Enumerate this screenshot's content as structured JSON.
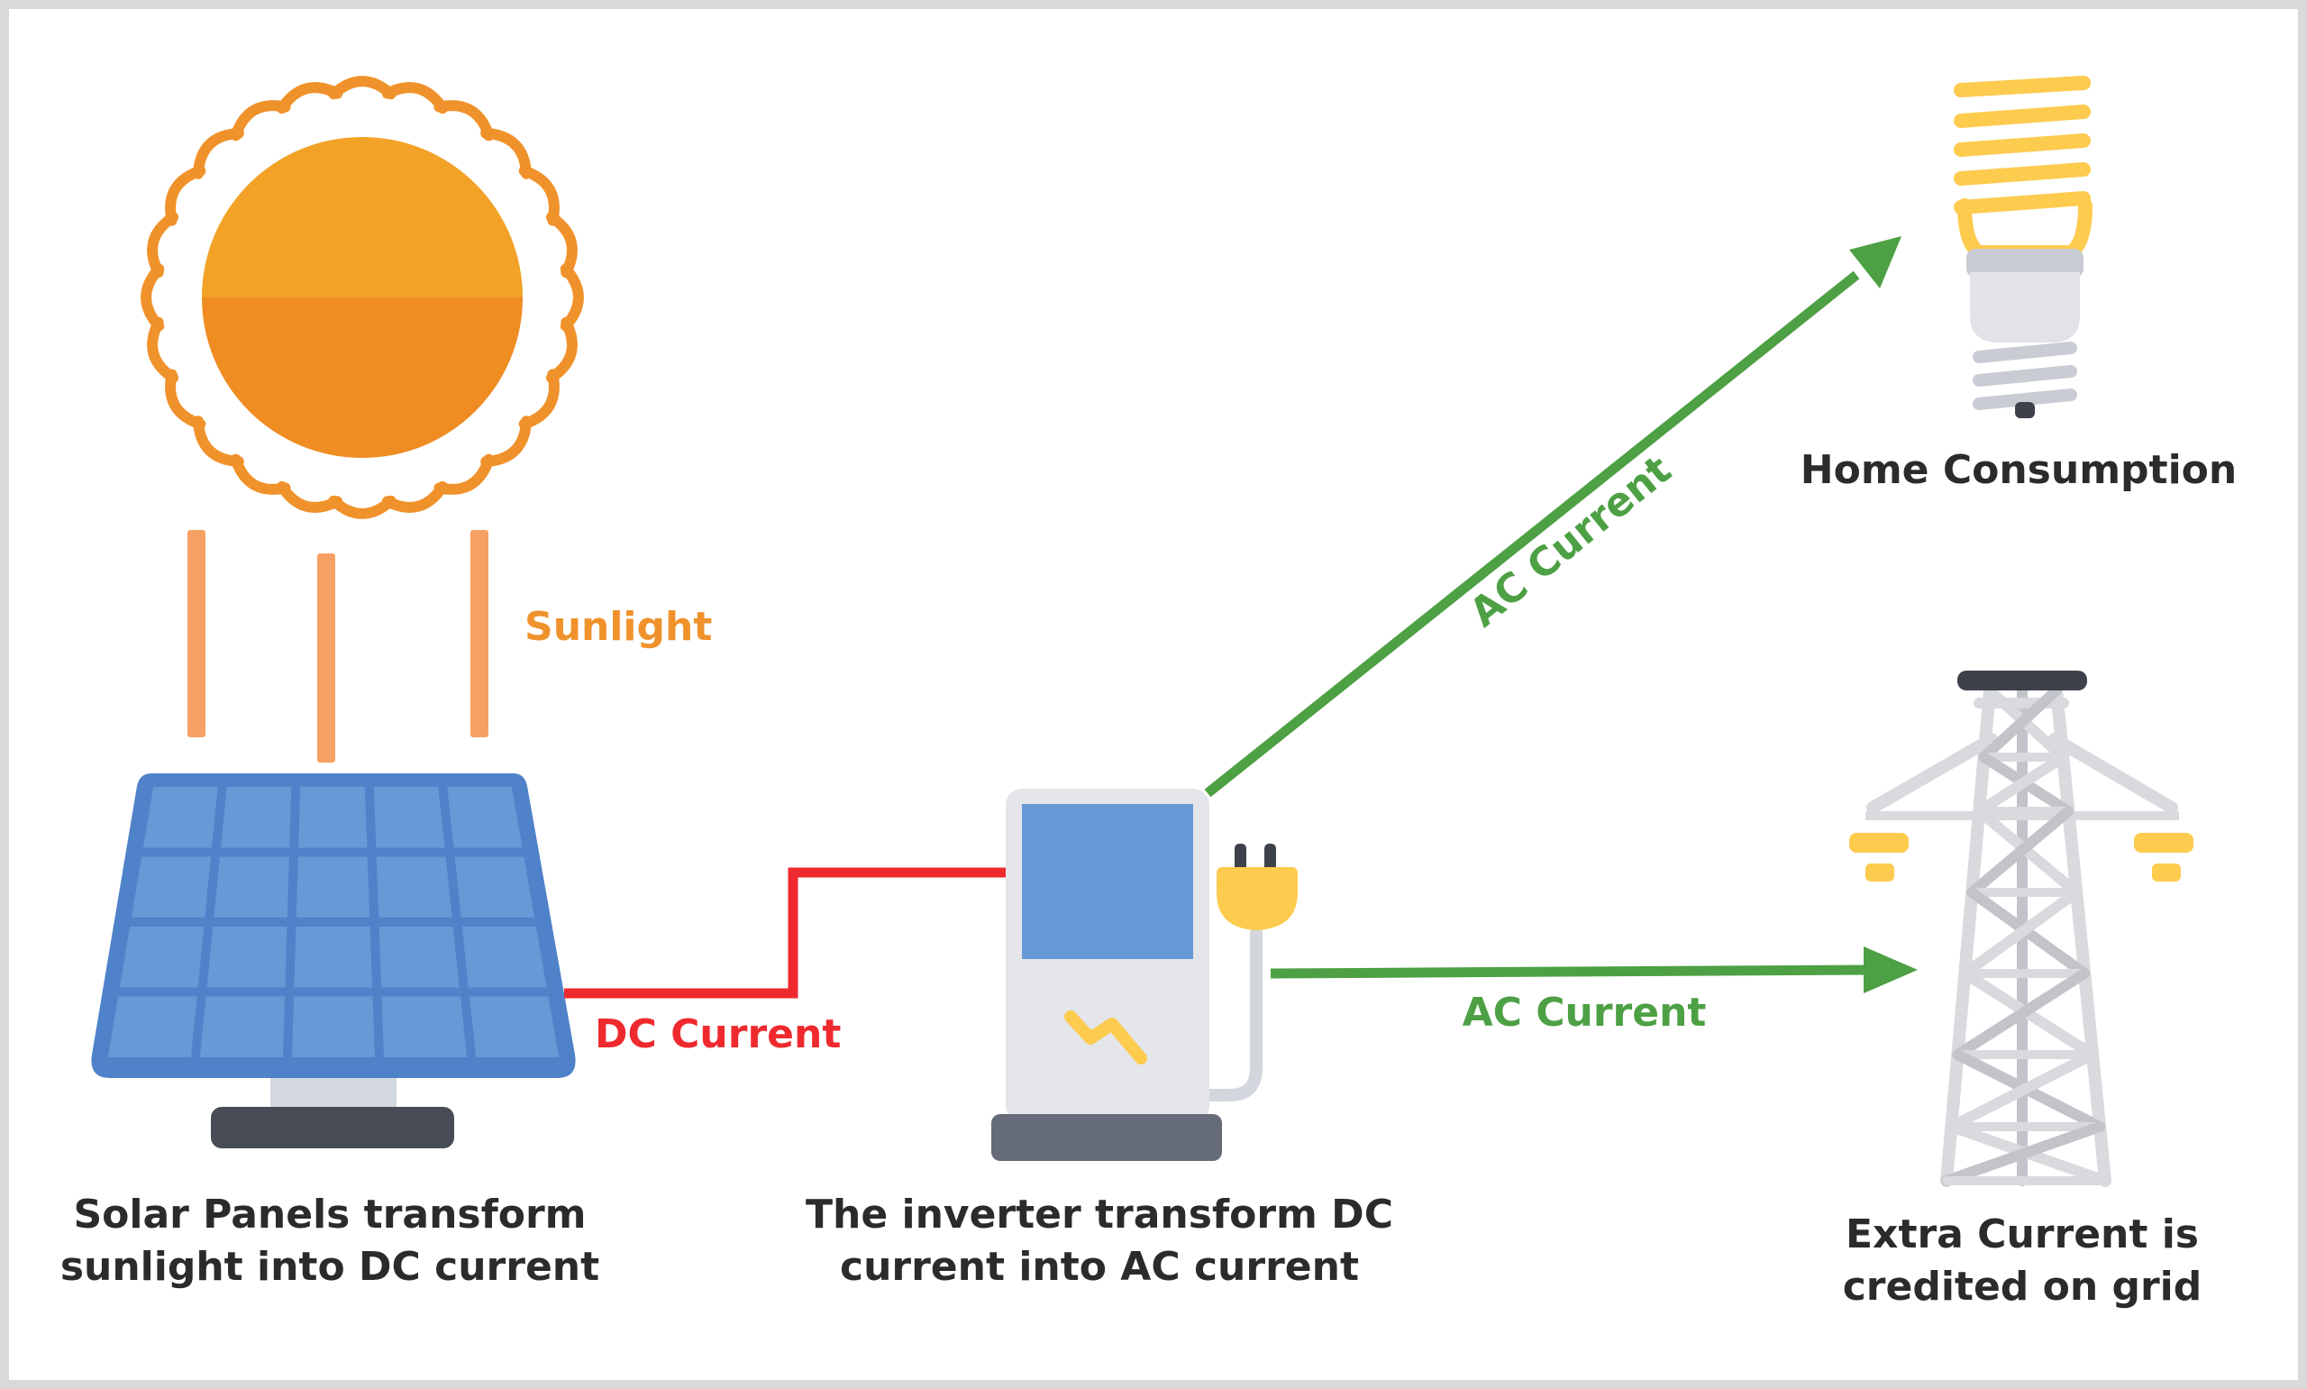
{
  "colors": {
    "sun_light": "#F2A226",
    "sun_dark": "#EF8C22",
    "sun_rays": "#F0922B",
    "sunlight_beams": "#F6A063",
    "panel_frame": "#4F82C8",
    "panel_cell": "#6699D6",
    "dc_current": "#EE2A2E",
    "ac_current": "#4DA044",
    "inverter_body": "#E5E6EB",
    "inverter_screen": "#6699D6",
    "inverter_base": "#656B78",
    "plug": "#FDCB4E",
    "bulb_coil": "#FDCB4E",
    "bulb_base": "#E2E3E8",
    "tower": "#D9DADD",
    "tower_dark": "#C2C4CA",
    "text_dark": "#2B2B2B"
  },
  "labels": {
    "sunlight": "Sunlight",
    "dc_current": "DC Current",
    "ac_current_up": "AC Current",
    "ac_current_right": "AC Current",
    "home_consumption": "Home Consumption",
    "solar_caption": [
      "Solar Panels transform",
      "sunlight into DC current"
    ],
    "inverter_caption": [
      "The inverter transform DC",
      "current into AC current"
    ],
    "grid_caption": [
      "Extra Current is",
      "credited on grid"
    ]
  },
  "icons": [
    "sun-icon",
    "solar-panel-icon",
    "inverter-icon",
    "plug-icon",
    "lightning-icon",
    "light-bulb-icon",
    "power-tower-icon"
  ]
}
